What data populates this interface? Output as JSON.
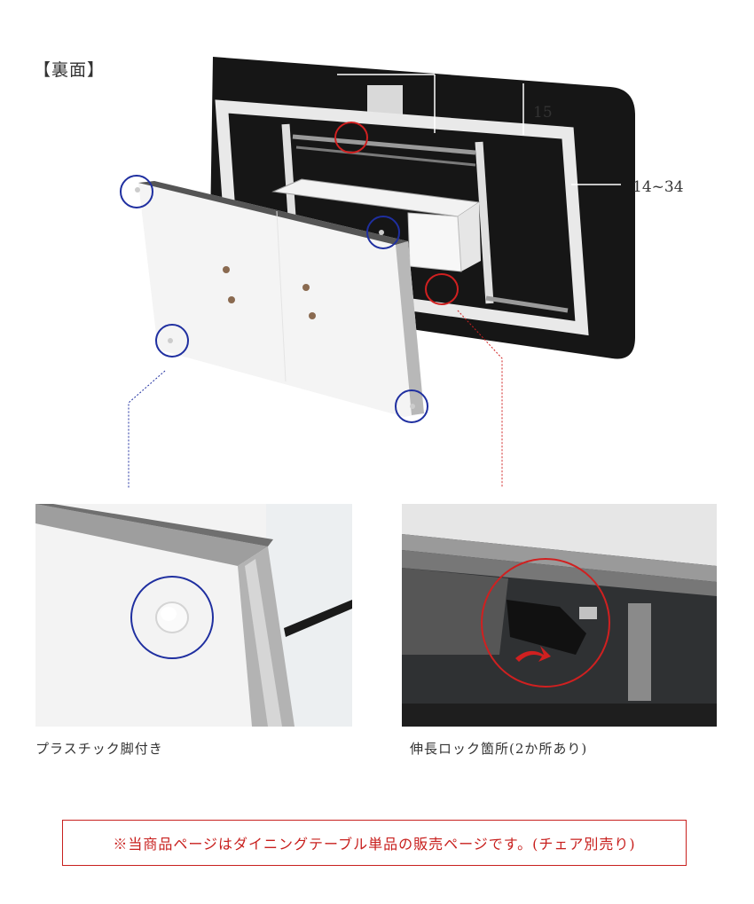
{
  "section_label": "【裏面】",
  "dimensions": {
    "depth_label": "15",
    "extension_label": "14~34"
  },
  "captions": {
    "left": "プラスチック脚付き",
    "right": "伸長ロック箇所(2か所あり)"
  },
  "notice": "※当商品ページはダイニングテーブル単品の販売ページです。(チェア別売り)",
  "colors": {
    "foot_marker": "#1f2fa0",
    "lock_marker": "#d02020",
    "notice_border": "#c8201e"
  }
}
